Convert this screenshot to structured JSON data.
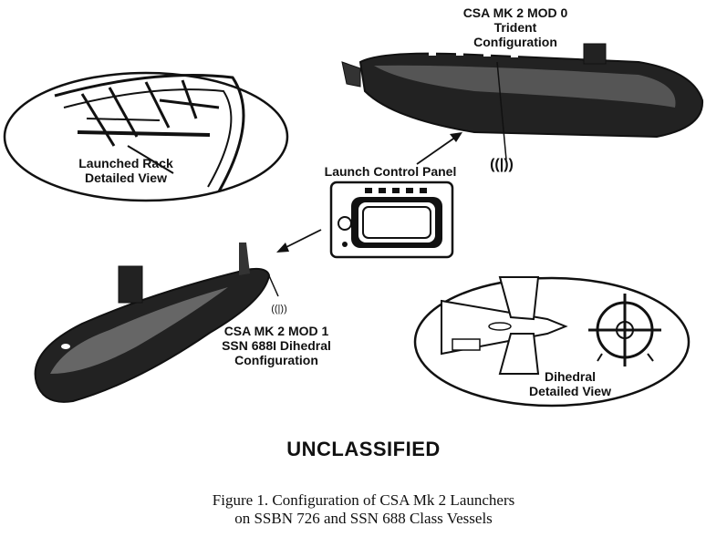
{
  "labels": {
    "trident": [
      "CSA MK 2 MOD 0",
      "Trident",
      "Configuration"
    ],
    "rack": [
      "Launched Rack",
      "Detailed View"
    ],
    "panel": "Launch Control Panel",
    "ssn": [
      "CSA MK 2 MOD 1",
      "SSN 688I Dihedral",
      "Configuration"
    ],
    "dihedral": [
      "Dihedral",
      "Detailed View"
    ],
    "transmitter_glyph": "((|))"
  },
  "banner": "UNCLASSIFIED",
  "caption": [
    "Figure 1.  Configuration of CSA Mk 2 Launchers",
    "on SSBN 726 and SSN 688 Class Vessels"
  ]
}
